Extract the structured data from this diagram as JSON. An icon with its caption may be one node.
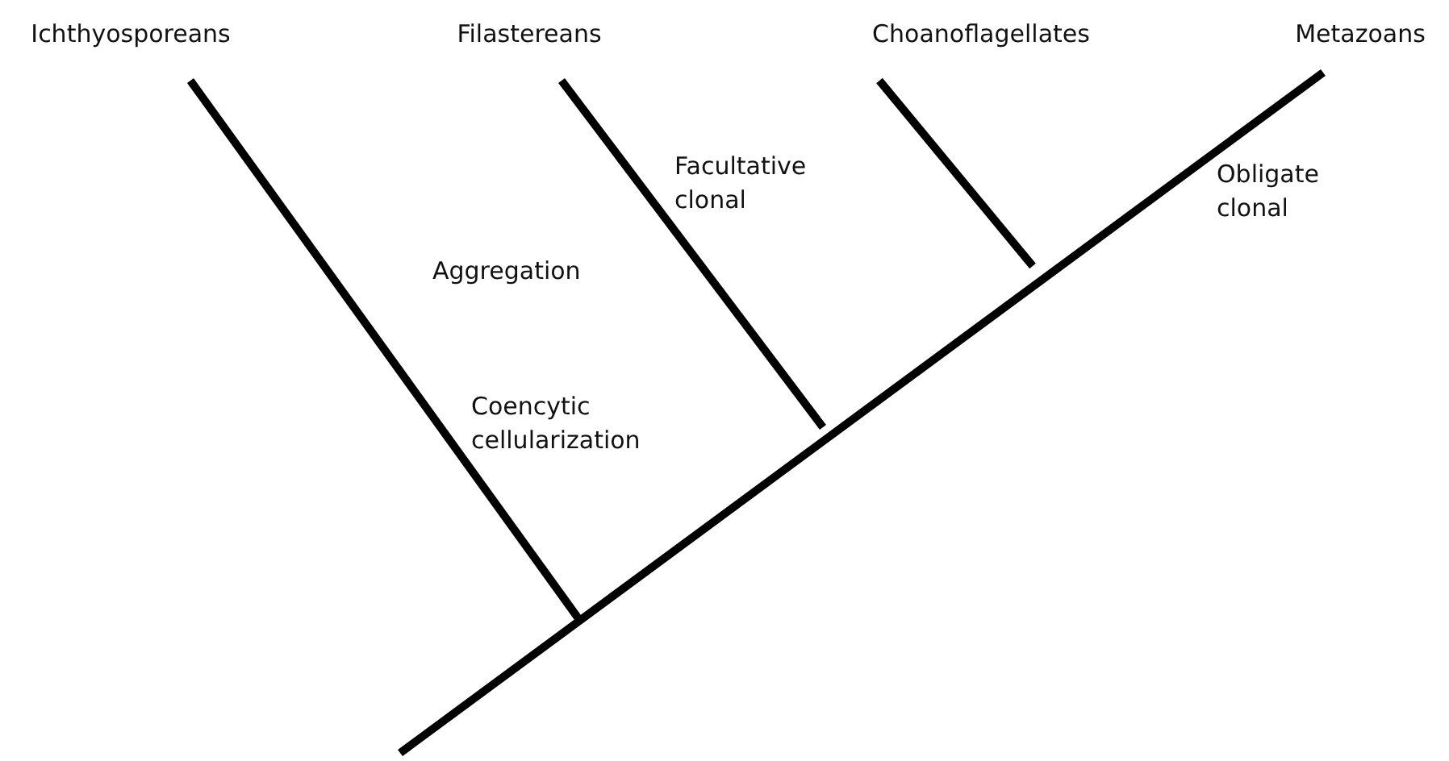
{
  "diagram": {
    "nodes": [
      {
        "text": [
          "Ichthyosporeans"
        ]
      },
      {
        "text": [
          "Filastereans"
        ]
      },
      {
        "text": [
          "Choanoflagellates"
        ]
      },
      {
        "text": [
          "Metazoans"
        ]
      }
    ],
    "edges": [
      {
        "from": null,
        "to": 0,
        "arrow": "none"
      },
      {
        "from": null,
        "to": 1,
        "arrow": "none"
      },
      {
        "from": null,
        "to": 2,
        "arrow": "none"
      },
      {
        "from": null,
        "to": 3,
        "arrow": "none"
      }
    ],
    "labels": [
      "Coencytic cellularization",
      "Aggregation",
      "Facultative clonal",
      "Obligate clonal"
    ]
  }
}
